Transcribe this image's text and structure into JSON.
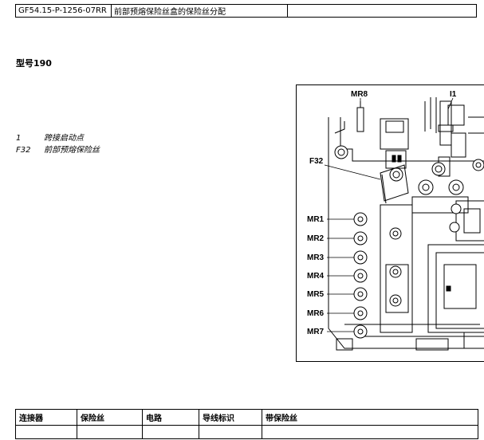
{
  "header": {
    "code": "GF54.15-P-1256-07RR",
    "title": "前部预熔保险丝盒的保险丝分配",
    "extra": ""
  },
  "model_title": "型号190",
  "legend": [
    {
      "key": "1",
      "text": "跨接启动点"
    },
    {
      "key": "F32",
      "text": "前部预熔保险丝"
    }
  ],
  "diagram": {
    "labels": {
      "mr8": "MR8",
      "i1": "I1",
      "f32": "F32",
      "mr1": "MR1",
      "mr2": "MR2",
      "mr3": "MR3",
      "mr4": "MR4",
      "mr5": "MR5",
      "mr6": "MR6",
      "mr7": "MR7"
    }
  },
  "fuse_table": {
    "headers": [
      "连接器",
      "保险丝",
      "电路",
      "导线标识",
      "带保险丝"
    ],
    "partial_row": [
      "",
      "",
      "",
      "",
      ""
    ]
  },
  "colors": {
    "line": "#000000",
    "background": "#ffffff",
    "diagram_gray": "#9a9a9a"
  }
}
